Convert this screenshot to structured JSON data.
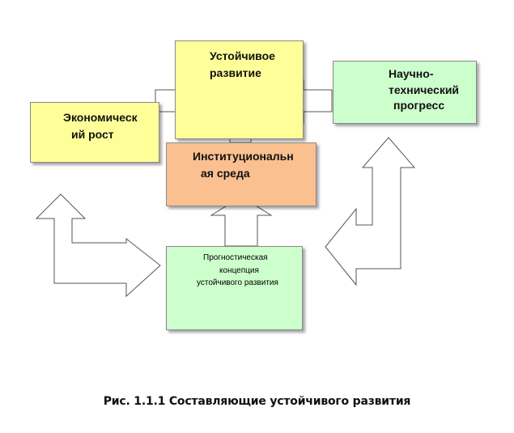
{
  "diagram": {
    "boxes": {
      "sustainable": {
        "label": "Устойчивое развитие",
        "fill": "#ffff99"
      },
      "economic": {
        "label": "Экономический рост",
        "fill": "#ffff99"
      },
      "scientific": {
        "label": "Научно-технический прогресс",
        "fill": "#ccffcc"
      },
      "institutional": {
        "label": "Институциональная среда",
        "fill": "#fac090"
      },
      "prognostic": {
        "label": "Прогностическая концепция устойчивого развития",
        "fill": "#ccffcc"
      }
    },
    "lines": {
      "sustainable": [
        "Устойчивое",
        "развитие"
      ],
      "economic": [
        "Экономическ",
        "ий рост"
      ],
      "scientific": [
        "Научно-",
        "технический",
        "прогресс"
      ],
      "institutional": [
        "Институциональн",
        "ая среда"
      ],
      "prognostic": [
        "Прогностическая",
        "концепция",
        "устойчивого развития"
      ]
    }
  },
  "caption": "Рис. 1.1.1  Составляющие устойчивого развития"
}
